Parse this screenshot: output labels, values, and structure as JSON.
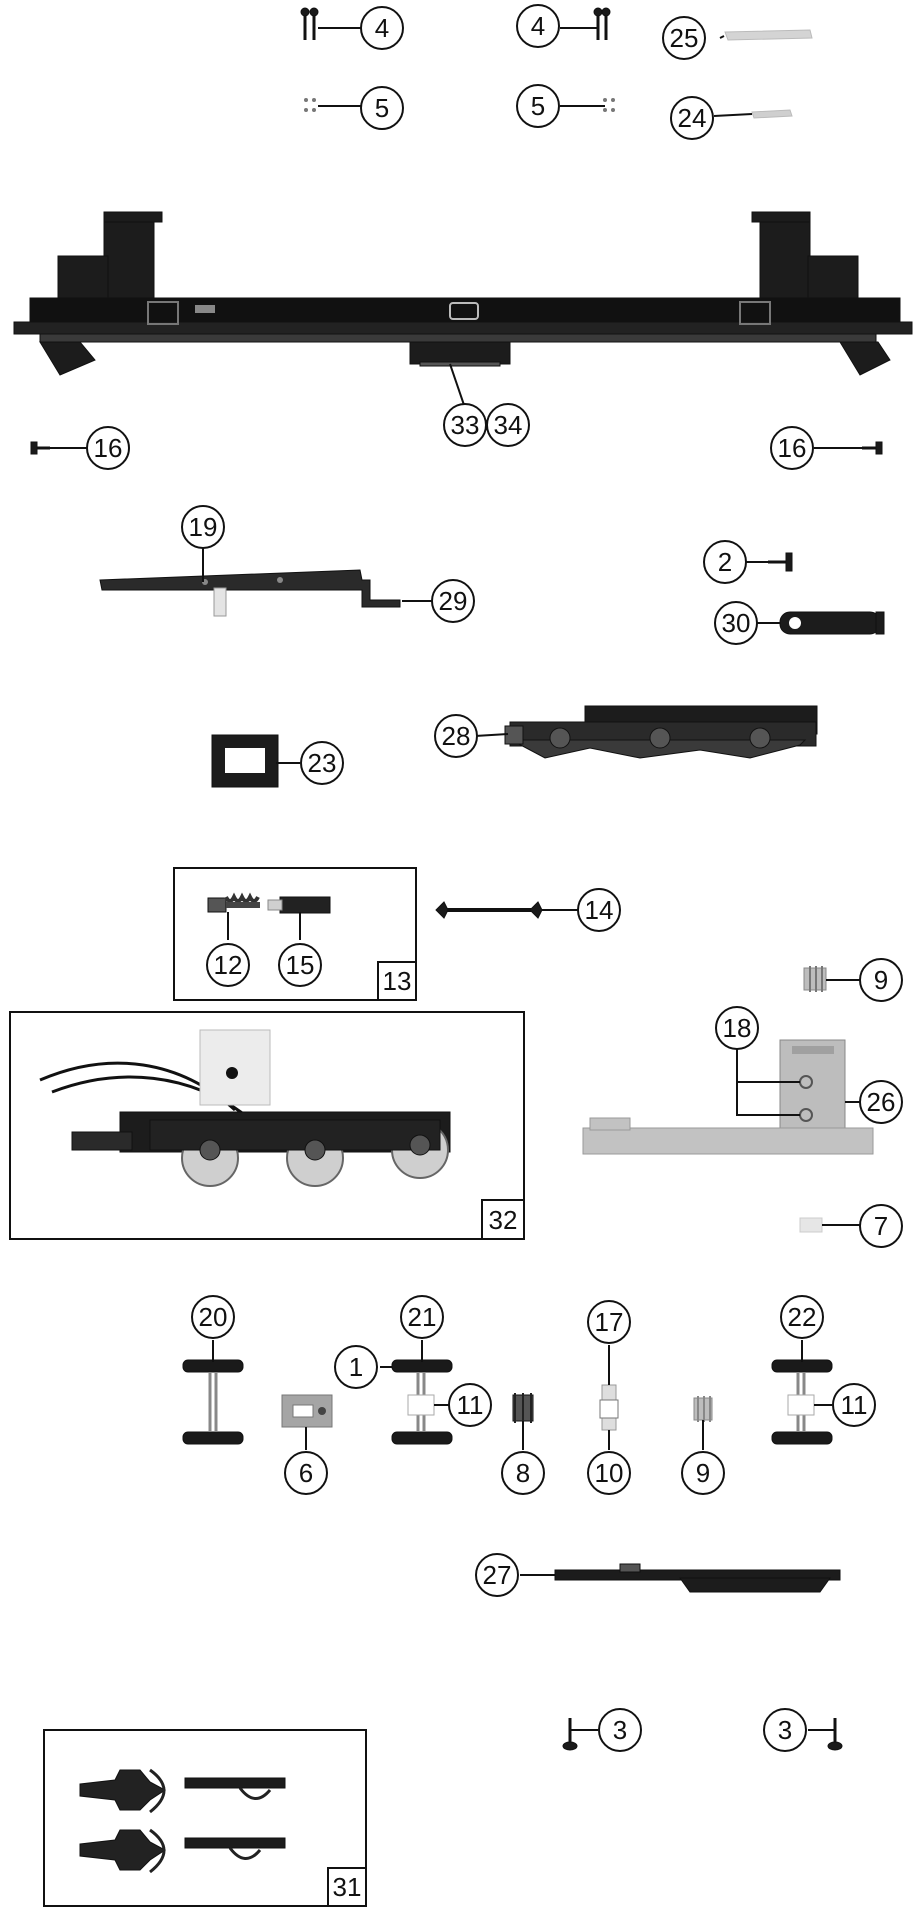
{
  "diagram": {
    "callouts": [
      {
        "id": "c4a",
        "number": "4"
      },
      {
        "id": "c4b",
        "number": "4"
      },
      {
        "id": "c25",
        "number": "25"
      },
      {
        "id": "c5a",
        "number": "5"
      },
      {
        "id": "c5b",
        "number": "5"
      },
      {
        "id": "c24",
        "number": "24"
      },
      {
        "id": "c33",
        "number": "33"
      },
      {
        "id": "c34",
        "number": "34"
      },
      {
        "id": "c16a",
        "number": "16"
      },
      {
        "id": "c16b",
        "number": "16"
      },
      {
        "id": "c19",
        "number": "19"
      },
      {
        "id": "c29",
        "number": "29"
      },
      {
        "id": "c2",
        "number": "2"
      },
      {
        "id": "c30",
        "number": "30"
      },
      {
        "id": "c28",
        "number": "28"
      },
      {
        "id": "c23",
        "number": "23"
      },
      {
        "id": "c12",
        "number": "12"
      },
      {
        "id": "c15",
        "number": "15"
      },
      {
        "id": "c14",
        "number": "14"
      },
      {
        "id": "c9a",
        "number": "9"
      },
      {
        "id": "c18",
        "number": "18"
      },
      {
        "id": "c26",
        "number": "26"
      },
      {
        "id": "c7",
        "number": "7"
      },
      {
        "id": "c20",
        "number": "20"
      },
      {
        "id": "c21",
        "number": "21"
      },
      {
        "id": "c1",
        "number": "1"
      },
      {
        "id": "c11a",
        "number": "11"
      },
      {
        "id": "c17",
        "number": "17"
      },
      {
        "id": "c22",
        "number": "22"
      },
      {
        "id": "c11b",
        "number": "11"
      },
      {
        "id": "c6",
        "number": "6"
      },
      {
        "id": "c8",
        "number": "8"
      },
      {
        "id": "c10",
        "number": "10"
      },
      {
        "id": "c9b",
        "number": "9"
      },
      {
        "id": "c27",
        "number": "27"
      },
      {
        "id": "c3a",
        "number": "3"
      },
      {
        "id": "c3b",
        "number": "3"
      }
    ],
    "boxes": [
      {
        "id": "b13",
        "number": "13"
      },
      {
        "id": "b32",
        "number": "32"
      },
      {
        "id": "b31",
        "number": "31"
      }
    ],
    "colors": {
      "line": "#111111",
      "part": "#1a1a1a",
      "grey_part": "#b9b9b9",
      "background": "#ffffff"
    }
  }
}
